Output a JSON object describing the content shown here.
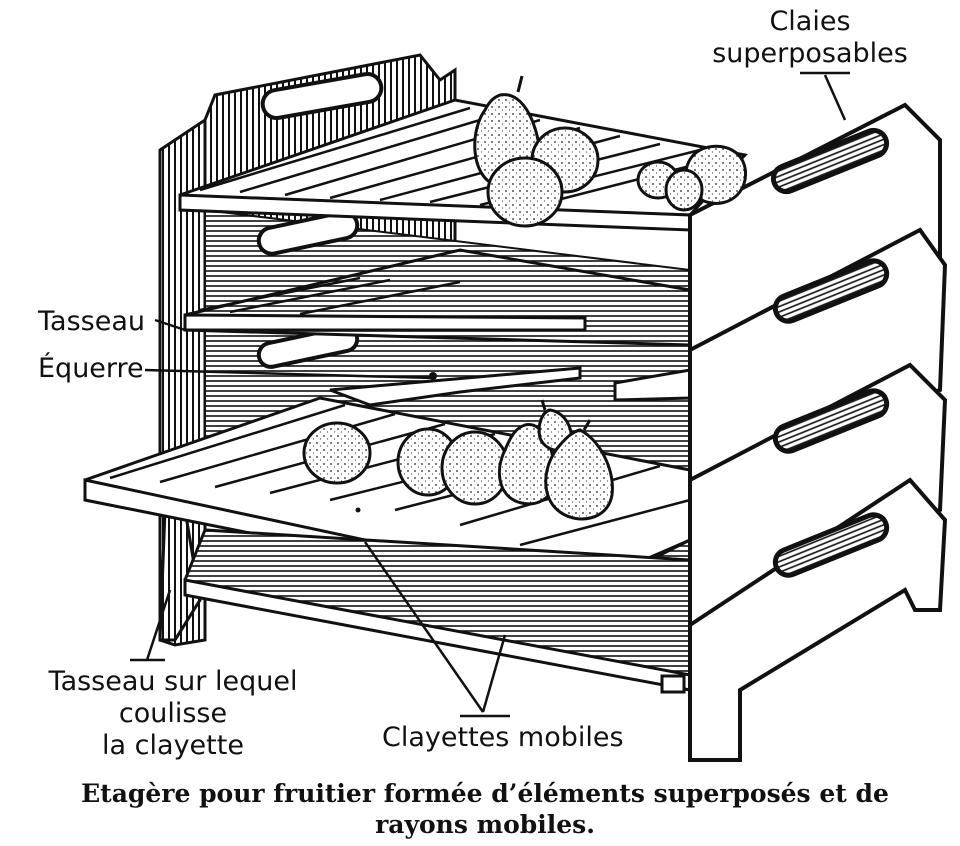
{
  "labels": {
    "claies_line1": "Claies",
    "claies_line2": "superposables",
    "tasseau": "Tasseau",
    "equerre": "Équerre",
    "tasseau_sur_line1": "Tasseau sur lequel",
    "tasseau_sur_line2": "coulisse",
    "tasseau_sur_line3": "la clayette",
    "clayettes_mobiles": "Clayettes mobiles"
  },
  "caption": {
    "line1": "Etagère pour fruitier formée d’éléments superposés et de",
    "line2": "rayons mobiles."
  }
}
